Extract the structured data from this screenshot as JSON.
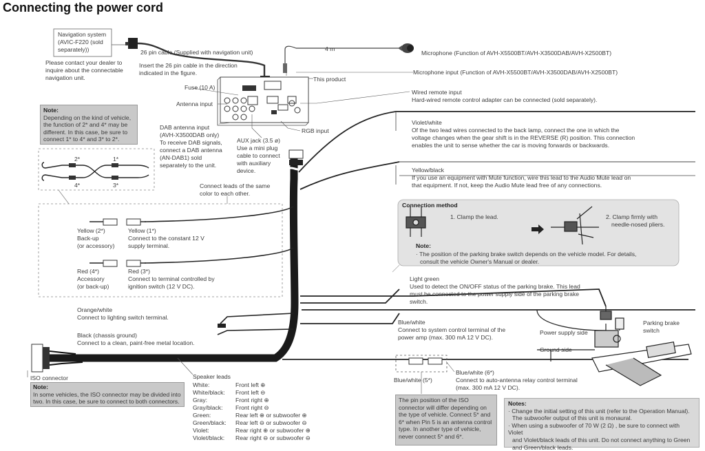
{
  "title": "Connecting the power cord",
  "nav": {
    "box": [
      "Navigation system",
      "(AVIC-F220 (sold",
      "separately))"
    ],
    "contact": [
      "Please contact your dealer to",
      "inquire about the connectable",
      "navigation unit."
    ],
    "cable": "26 pin cable (Supplied with navigation unit)",
    "insert": [
      "Insert the 26 pin cable in the direction",
      "indicated in the figure."
    ]
  },
  "mic": {
    "length": "4 m",
    "microphone": "Microphone (Function of AVH-X5500BT/AVH-X3500DAB/AVH-X2500BT)",
    "input": "Microphone input (Function of AVH-X5500BT/AVH-X3500DAB/AVH-X2500BT)"
  },
  "unit": {
    "this_product": "This product",
    "fuse": "Fuse (10 A)",
    "antenna": "Antenna input",
    "rgb": "RGB input",
    "wired": [
      "Wired remote input",
      "Hard-wired remote control adapter can be connected (sold separately)."
    ],
    "dab": [
      "DAB antenna input",
      "(AVH-X3500DAB only)",
      "To receive DAB signals,",
      "connect a DAB antenna",
      "(AN-DAB1) sold",
      "separately to the unit."
    ],
    "aux": [
      "AUX jack (3.5 ø)",
      "Use a mini plug",
      "cable to connect",
      "with auxiliary",
      "device."
    ]
  },
  "note1": {
    "header": "Note:",
    "lines": [
      "Depending on the kind of vehicle,",
      "the function of 2* and 4* may be",
      "different. In this case, be sure to",
      "connect 1* to 4* and 3* to 2*."
    ],
    "labels": [
      "2*",
      "1*",
      "4*",
      "3*"
    ]
  },
  "same_color": [
    "Connect leads of the same",
    "color to each other."
  ],
  "leads": {
    "yellow2": [
      "Yellow (2*)",
      "Back-up",
      "(or accessory)"
    ],
    "yellow1": [
      "Yellow (1*)",
      "Connect to the constant 12 V",
      "supply terminal."
    ],
    "red4": [
      "Red (4*)",
      "Accessory",
      "(or back-up)"
    ],
    "red3": [
      "Red (3*)",
      "Connect to terminal controlled by",
      "ignition switch (12 V DC)."
    ],
    "orange": [
      "Orange/white",
      "Connect to lighting switch terminal."
    ],
    "black": [
      "Black (chassis ground)",
      "Connect to a clean, paint-free metal location."
    ]
  },
  "violet": [
    "Violet/white",
    "Of the two lead wires connected to the back lamp, connect the one in which the",
    "voltage changes when the gear shift is in the REVERSE (R) position. This connection",
    "enables the unit to sense whether the car is moving forwards or backwards."
  ],
  "yellowblack": [
    "Yellow/black",
    "If you use an equipment with Mute function, wire this lead to the Audio Mute lead on",
    "that equipment. If not, keep the Audio Mute lead free of any connections."
  ],
  "connection": {
    "header": "Connection method",
    "step1": "1. Clamp the lead.",
    "step2": [
      "2. Clamp firmly with",
      "needle-nosed pliers."
    ],
    "note_header": "Note:",
    "note": [
      "· The position of the parking brake switch depends on the vehicle model. For details,",
      "consult the vehicle Owner's Manual or dealer."
    ]
  },
  "lightgreen": [
    "Light green",
    "Used to detect the ON/OFF status of the parking brake. This lead",
    "must be connected to the power supply side of the parking brake",
    "switch."
  ],
  "bluewhite": [
    "Blue/white",
    "Connect to system control terminal of the",
    "power amp (max. 300 mA 12 V DC)."
  ],
  "parking": {
    "power_side": "Power supply side",
    "ground_side": "Ground side",
    "switch": [
      "Parking brake",
      "switch"
    ]
  },
  "bluewhite6": [
    "Blue/white (6*)",
    "Connect to auto-antenna relay control terminal",
    "(max. 300 mA 12 V DC)."
  ],
  "bluewhite5": "Blue/white (5*)",
  "iso": {
    "label": "ISO connector",
    "note_header": "Note:",
    "note": [
      "In some vehicles, the ISO connector may be divided into",
      "two. In this case, be sure to connect to both connectors."
    ]
  },
  "speaker": {
    "header": "Speaker leads",
    "rows": [
      [
        "White:",
        "Front left ⊕"
      ],
      [
        "White/black:",
        "Front left ⊖"
      ],
      [
        "Gray:",
        "Front right ⊕"
      ],
      [
        "Gray/black:",
        "Front right ⊖"
      ],
      [
        "Green:",
        "Rear left ⊕ or subwoofer ⊕"
      ],
      [
        "Green/black:",
        "Rear left ⊖ or subwoofer ⊖"
      ],
      [
        "Violet:",
        "Rear right ⊕ or subwoofer ⊕"
      ],
      [
        "Violet/black:",
        "Rear right ⊖ or subwoofer ⊖"
      ]
    ]
  },
  "pin_note": [
    "The pin position of the ISO",
    "connector will differ depending on",
    "the type of vehicle. Connect 5* and",
    "6* when Pin 5 is an antenna control",
    "type. In another type of vehicle,",
    "never connect 5* and 6*."
  ],
  "notes": {
    "header": "Notes:",
    "lines": [
      "· Change the initial setting of this unit (refer to the Operation Manual).",
      "  The subwoofer output of this unit is monaural.",
      "· When using a subwoofer of 70 W (2 Ω) , be sure to connect with Violet",
      "  and Violet/black leads of this unit. Do not connect anything to Green",
      "  and Green/black leads."
    ]
  }
}
